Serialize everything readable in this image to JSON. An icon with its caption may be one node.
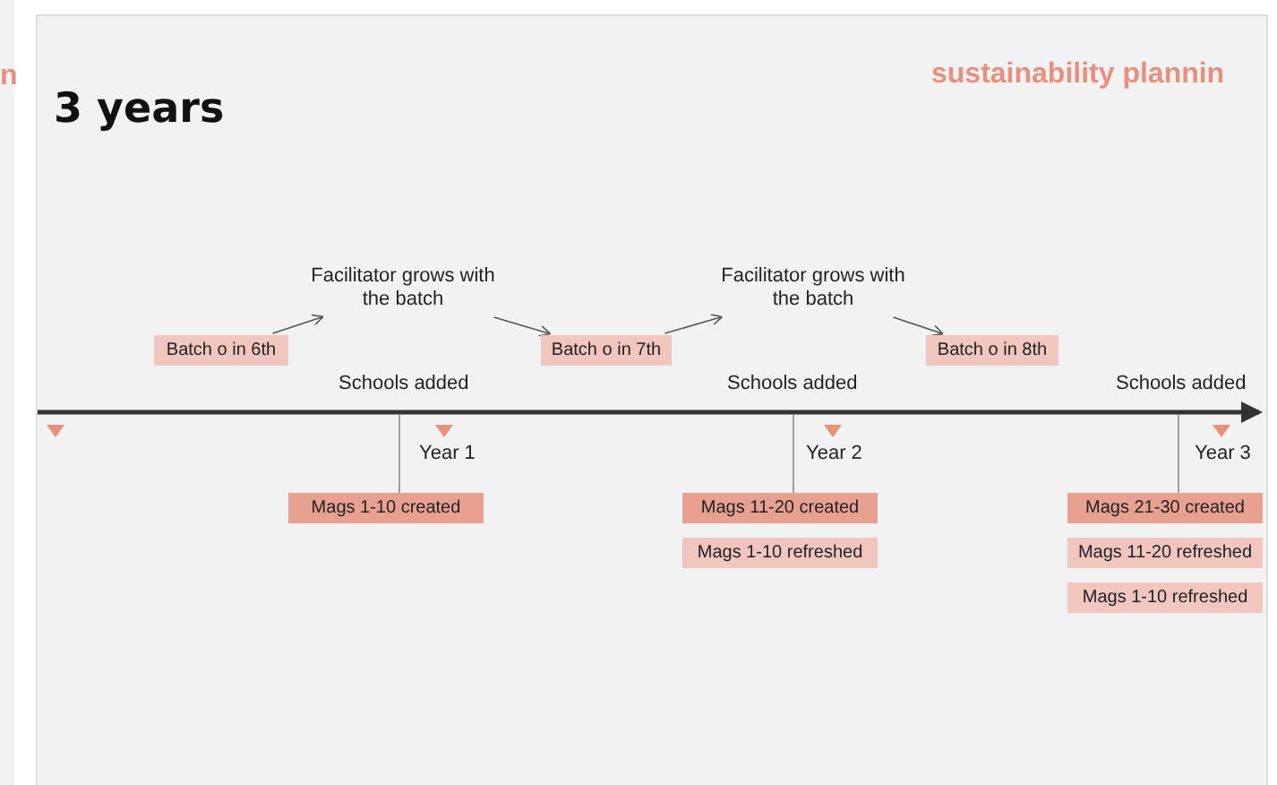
{
  "diagram": {
    "title": "3 years",
    "nodes": [
      {
        "text": [
          "Batch o in 6th"
        ]
      },
      {
        "text": [
          "Facilitator grows with the batch"
        ]
      },
      {
        "text": [
          "Batch o in 7th"
        ]
      },
      {
        "text": [
          "Facilitator grows with the batch"
        ]
      },
      {
        "text": [
          "Batch o in 8th"
        ]
      },
      {
        "text": [
          "Mags 1-10 created"
        ]
      },
      {
        "text": [
          "Mags 11-20 created"
        ]
      },
      {
        "text": [
          "Mags 1-10 refreshed"
        ]
      },
      {
        "text": [
          "Mags 21-30 created"
        ]
      },
      {
        "text": [
          "Mags 11-20 refreshed"
        ]
      },
      {
        "text": [
          "Mags 1-10 refreshed"
        ]
      }
    ],
    "edges": [
      {
        "from": 0,
        "to": 1,
        "arrow": "to"
      },
      {
        "from": 1,
        "to": 2,
        "arrow": "to"
      },
      {
        "from": 2,
        "to": 3,
        "arrow": "to"
      },
      {
        "from": 3,
        "to": 4,
        "arrow": "to"
      },
      {
        "from": null,
        "to": 5,
        "arrow": "none"
      },
      {
        "from": null,
        "to": 6,
        "arrow": "none"
      },
      {
        "from": null,
        "to": 8,
        "arrow": "none"
      }
    ],
    "labels": [
      "n",
      "sustainability plannin",
      "Schools added",
      "Year 1",
      "Schools added",
      "Year 2",
      "Schools added",
      "Year 3"
    ]
  }
}
